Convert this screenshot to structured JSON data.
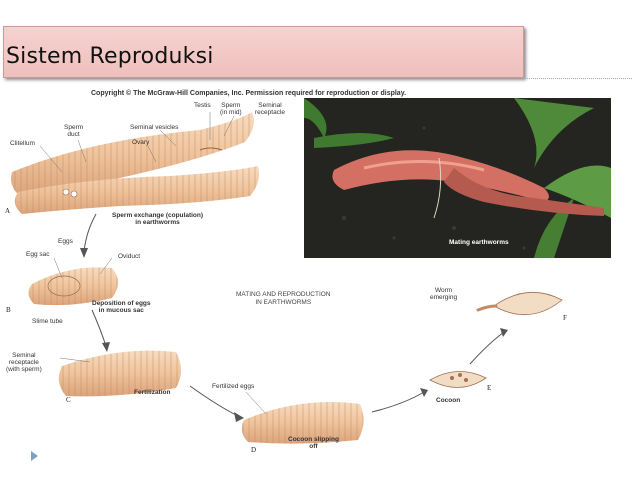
{
  "slide": {
    "title": "Sistem Reproduksi"
  },
  "figure": {
    "copyright": "Copyright © The McGraw-Hill Companies, Inc. Permission required for reproduction or display.",
    "caption": "MATING AND REPRODUCTION\nIN EARTHWORMS",
    "photo_caption": "Mating earthworms",
    "labels": {
      "clitellum": "Clitellum",
      "sperm_duct": "Sperm\nduct",
      "seminal_vesicles": "Seminal vesicles",
      "testis": "Testis",
      "sperm_in_mid": "Sperm\n(in mid)",
      "seminal_receptacle_top": "Seminal\nreceptacle",
      "ovary": "Ovary",
      "sperm_exchange": "Sperm exchange (copulation)\nin earthworms",
      "eggs": "Eggs",
      "egg_sac": "Egg sac",
      "oviduct": "Oviduct",
      "deposition": "Deposition of eggs\nin mucous sac",
      "slime_tube": "Slime tube",
      "seminal_receptacle_sperm": "Seminal\nreceptacle\n(with sperm)",
      "fertilization": "Fertilization",
      "fertilized_eggs": "Fertilized eggs",
      "cocoon_slipping": "Cocoon slipping\noff",
      "cocoon": "Cocoon",
      "worm_emerging": "Worm\nemerging"
    },
    "letters": {
      "a": "A",
      "b": "B",
      "c": "C",
      "d": "D",
      "e": "E",
      "f": "F"
    }
  },
  "colors": {
    "title_bg": "#f2c9c6",
    "worm": "#f2c9a4",
    "bullet": "#7fa1c1"
  }
}
